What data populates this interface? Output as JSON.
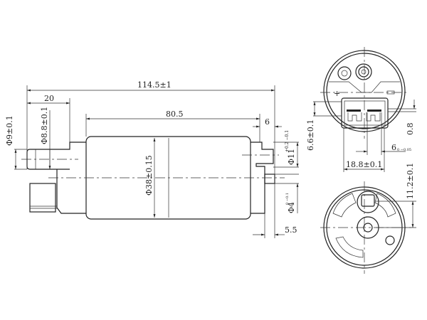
{
  "side_view": {
    "overall_length": "114.5±1",
    "inlet_length": "20",
    "body_length": "80.5",
    "outlet_offset": "6",
    "inlet_dia_outer": "Φ9±0.1",
    "inlet_dia_inner": "Φ8.8±0.1",
    "body_dia": "Φ38±0.15",
    "outlet_dia": "Φ11",
    "outlet_dia_tol": "+0.2 −0.1",
    "pin_dia": "Φ4",
    "pin_dia_tol": "0 −0.1",
    "pin_offset": "5.5"
  },
  "end_view_top": {
    "height_dim": "6.6±0.1",
    "thickness_dim": "0.8",
    "pin_width": "6",
    "pin_width_tol": "0 −0.05",
    "connector_width": "18.8±0.1",
    "plus_symbol": "+",
    "minus_symbol": "−"
  },
  "end_view_bottom": {
    "offset_dim": "11.2±0.1"
  }
}
